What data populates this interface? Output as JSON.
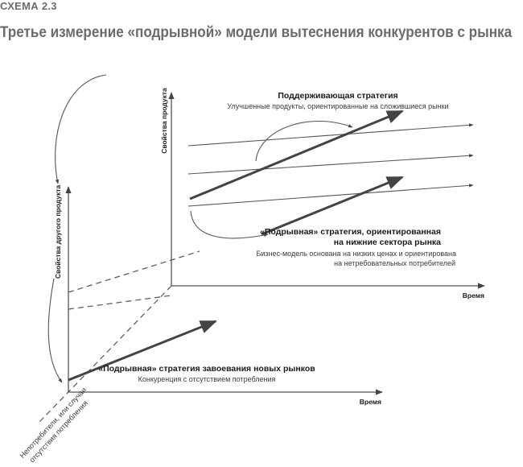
{
  "header": {
    "label": "СХЕМА 2.3",
    "title": "Третье измерение «подрывной» модели вытеснения конкурентов с рынка"
  },
  "axes": {
    "upper_y": "Свойства продукта",
    "upper_x": "Время",
    "lower_y": "Свойства другого продукта",
    "lower_x": "Время",
    "diagonal": [
      "Непотребители, или случаи",
      "отсутствия потребления"
    ]
  },
  "sustaining": {
    "title": "Поддерживающая стратегия",
    "subtitle": "Улучшенные продукты, ориентированные на сложившиеся рынки"
  },
  "low_end": {
    "title": [
      "«Подрывная» стратегия, ориентированная",
      "на нижние сектора рынка"
    ],
    "subtitle": [
      "Бизнес-модель основана на низких ценах и ориентирована",
      "на нетребовательных потребителей"
    ]
  },
  "new_market": {
    "title": "«Подрывная» стратегия завоевания новых рынков",
    "subtitle": "Конкуренция с отсутствием потребления"
  }
}
